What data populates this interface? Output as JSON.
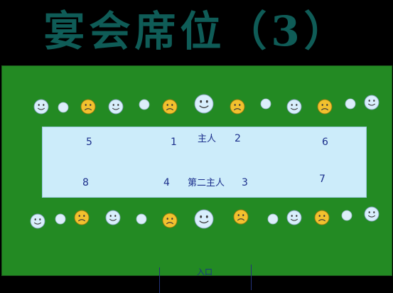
{
  "title": "宴会席位（3）",
  "table": {
    "host_label": "主人",
    "second_host_label": "第二主人",
    "seat_numbers": {
      "n1": "1",
      "n2": "2",
      "n3": "3",
      "n4": "4",
      "n5": "5",
      "n6": "6",
      "n7": "7",
      "n8": "8"
    }
  },
  "entrance_label": "入口",
  "colors": {
    "background": "#000000",
    "hall": "#238a23",
    "table": "#ccecfa",
    "title": "#0f5c57",
    "happy_face": "#d8eefc",
    "sad_face": "#f2c12e",
    "plain_seat": "#dceefa",
    "number_text": "#1b2f8c"
  },
  "seat_legend_kinds": [
    "happy-face",
    "plain-seat",
    "sad-face"
  ],
  "rows": {
    "top": [
      "happy",
      "plain",
      "sad",
      "happy",
      "plain",
      "sad",
      "happy-big",
      "sad",
      "plain",
      "happy",
      "sad",
      "plain",
      "happy"
    ],
    "bottom": [
      "happy",
      "plain",
      "sad",
      "happy",
      "plain",
      "sad",
      "happy-big",
      "sad",
      "plain",
      "happy",
      "sad",
      "plain",
      "happy"
    ]
  }
}
